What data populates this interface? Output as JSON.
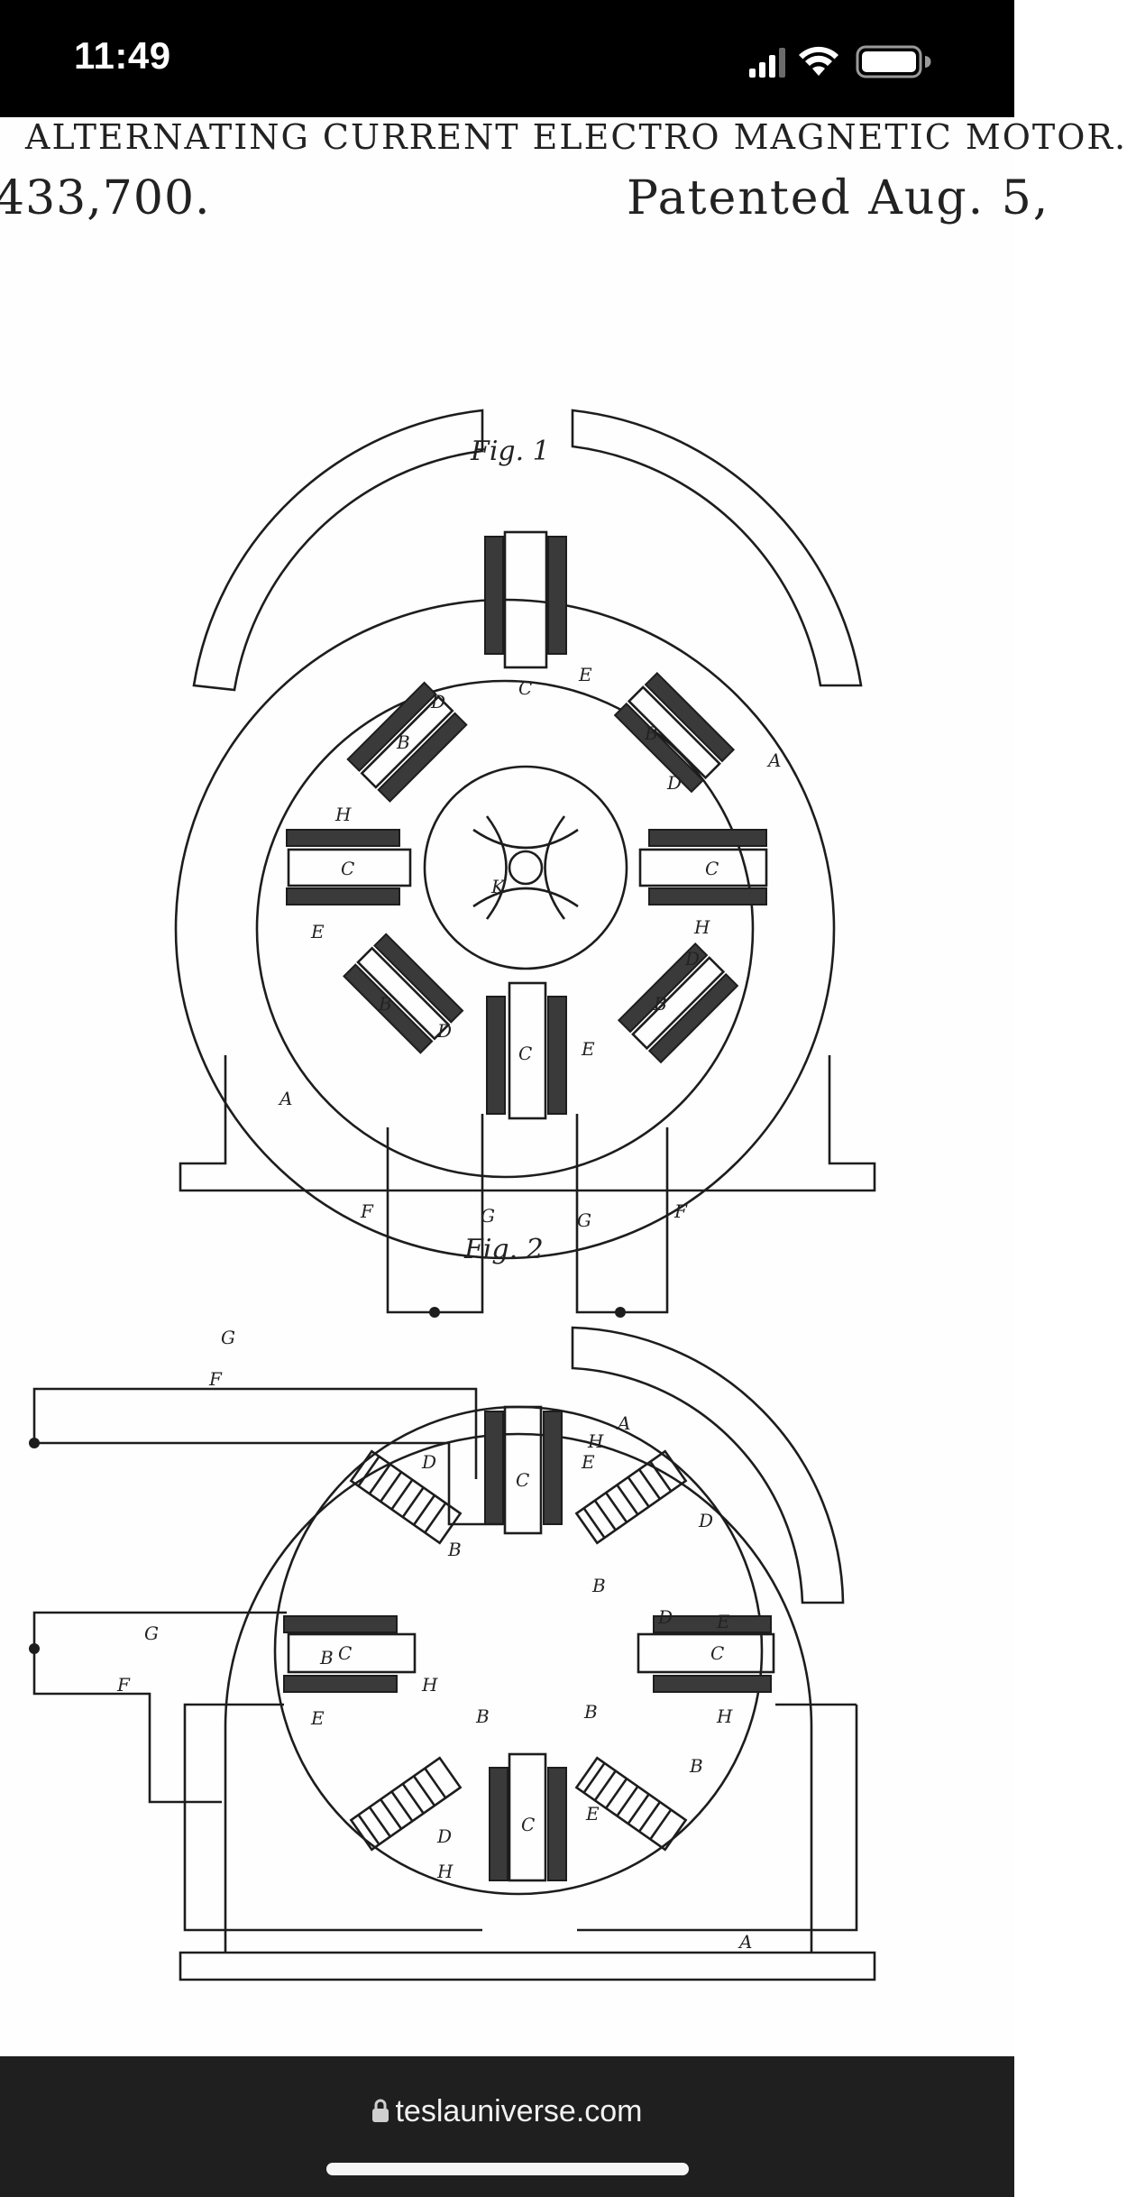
{
  "status_bar": {
    "time": "11:49",
    "icons": [
      "signal-icon",
      "wifi-icon",
      "battery-icon"
    ]
  },
  "document": {
    "title": "ALTERNATING CURRENT ELECTRO MAGNETIC MOTOR.",
    "number": "433,700.",
    "date": "Patented Aug. 5,",
    "fig1": {
      "label": "Fig. 1",
      "parts": [
        "A",
        "A",
        "B",
        "B",
        "B",
        "B",
        "C",
        "C",
        "C",
        "C",
        "D",
        "D",
        "D",
        "D",
        "E",
        "E",
        "E",
        "H",
        "H",
        "K",
        "F",
        "F",
        "G",
        "G"
      ]
    },
    "fig2": {
      "label": "Fig. 2",
      "parts": [
        "A",
        "A",
        "B",
        "B",
        "B",
        "B",
        "B",
        "B",
        "C",
        "C",
        "C",
        "C",
        "D",
        "D",
        "D",
        "D",
        "E",
        "E",
        "E",
        "E",
        "H",
        "H",
        "H",
        "H",
        "F",
        "F",
        "G",
        "G"
      ]
    }
  },
  "browser": {
    "url": "teslauniverse.com"
  }
}
